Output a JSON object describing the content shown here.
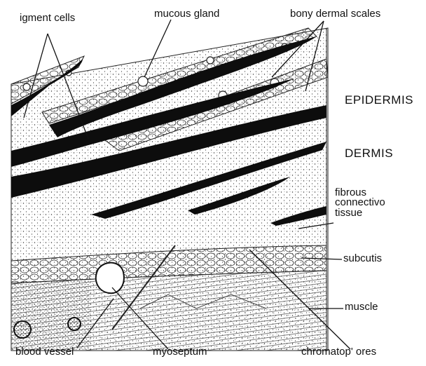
{
  "labels": {
    "pigment_cells": "igment cells",
    "mucous_gland": "mucous gland",
    "bony_dermal_scales": "bony dermal scales",
    "epidermis": "EPIDERMIS",
    "dermis": "DERMIS",
    "fibrous_connective_tissue": "fibrous connectivo tissue",
    "subcutis": "subcutis",
    "muscle": "muscle",
    "blood_vessel": "blood vessel",
    "myoseptum": "myoseptum",
    "chromatophores": "chromatop' ores"
  },
  "colors": {
    "ink": "#111111",
    "paper": "#ffffff"
  }
}
